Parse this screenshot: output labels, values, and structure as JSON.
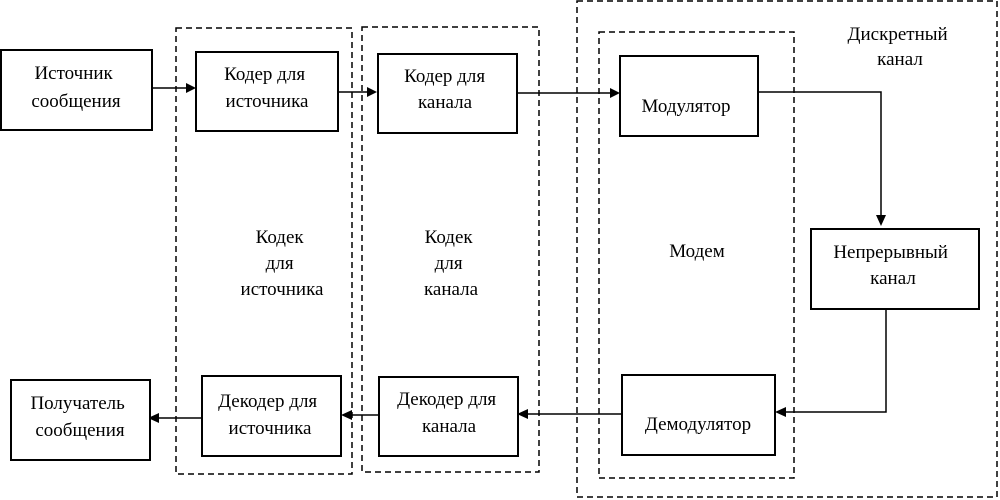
{
  "blocks": {
    "source": [
      "Источник",
      "сообщения"
    ],
    "source_coder": [
      "Кодер для",
      "источника"
    ],
    "channel_coder": [
      "Кодер для",
      "канала"
    ],
    "modulator": [
      "Модулятор"
    ],
    "continuous_channel": [
      "Непрерывный",
      "канал"
    ],
    "demodulator": [
      "Демодулятор"
    ],
    "channel_decoder": [
      "Декодер для",
      "канала"
    ],
    "source_decoder": [
      "Декодер для",
      "источника"
    ],
    "receiver": [
      "Получатель",
      "сообщения"
    ]
  },
  "groups": {
    "source_codec": [
      "Кодек",
      "для",
      "источника"
    ],
    "channel_codec": [
      "Кодек",
      "для",
      "канала"
    ],
    "modem": [
      "Модем"
    ],
    "discrete_channel": [
      "Дискретный",
      "канал"
    ]
  }
}
